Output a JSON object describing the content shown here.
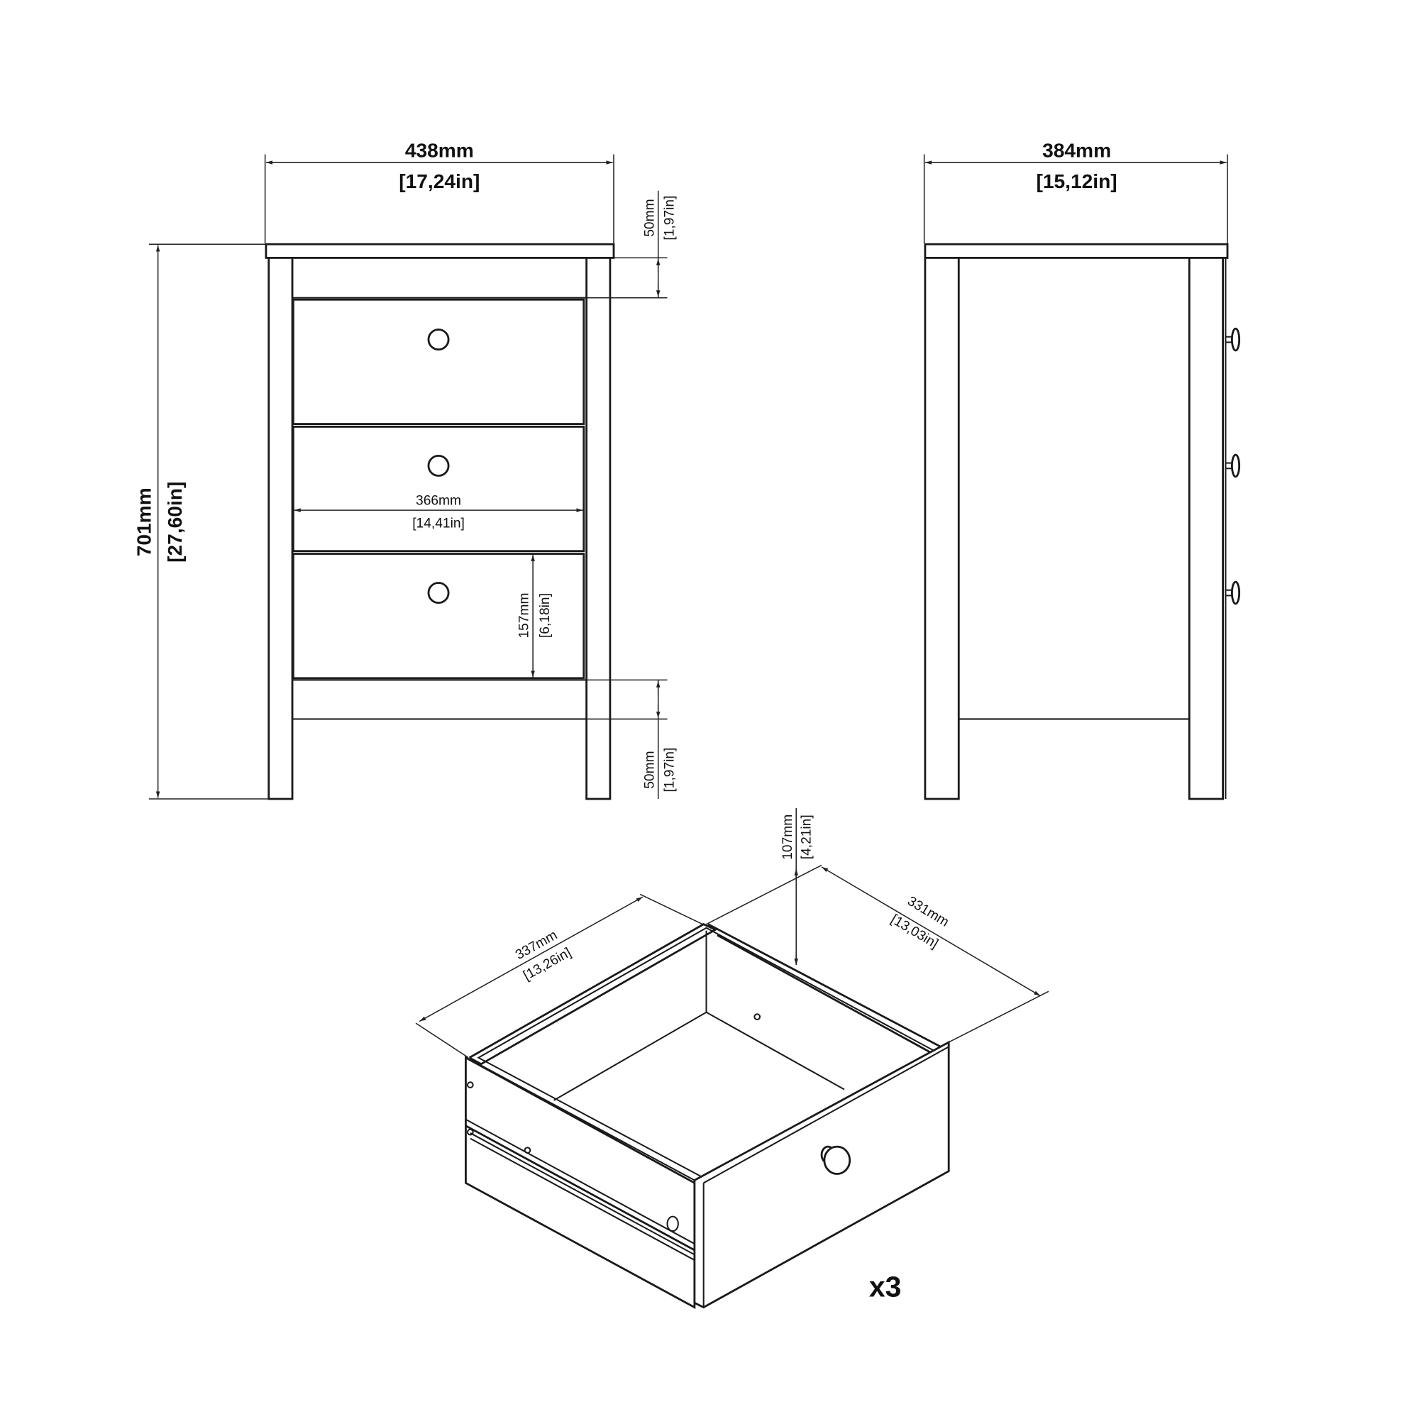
{
  "diagram": {
    "title": "Bedside table with 3 drawers - dimension drawing",
    "front_view": {
      "width": {
        "mm": "438mm",
        "in": "[17,24in]"
      },
      "height": {
        "mm": "701mm",
        "in": "[27,60in]"
      },
      "top_rail": {
        "mm": "50mm",
        "in": "[1,97in]"
      },
      "bottom_clearance": {
        "mm": "50mm",
        "in": "[1,97in]"
      },
      "drawer_width": {
        "mm": "366mm",
        "in": "[14,41in]"
      },
      "drawer_height": {
        "mm": "157mm",
        "in": "[6,18in]"
      },
      "drawer_count": 3
    },
    "side_view": {
      "depth": {
        "mm": "384mm",
        "in": "[15,12in]"
      },
      "knob_count": 3
    },
    "drawer_view": {
      "depth": {
        "mm": "337mm",
        "in": "[13,26in]"
      },
      "width": {
        "mm": "331mm",
        "in": "[13,03in]"
      },
      "height": {
        "mm": "107mm",
        "in": "[4,21in]"
      },
      "quantity": "x3"
    },
    "colors": {
      "line": "#1a1a1a",
      "background": "#ffffff"
    }
  }
}
